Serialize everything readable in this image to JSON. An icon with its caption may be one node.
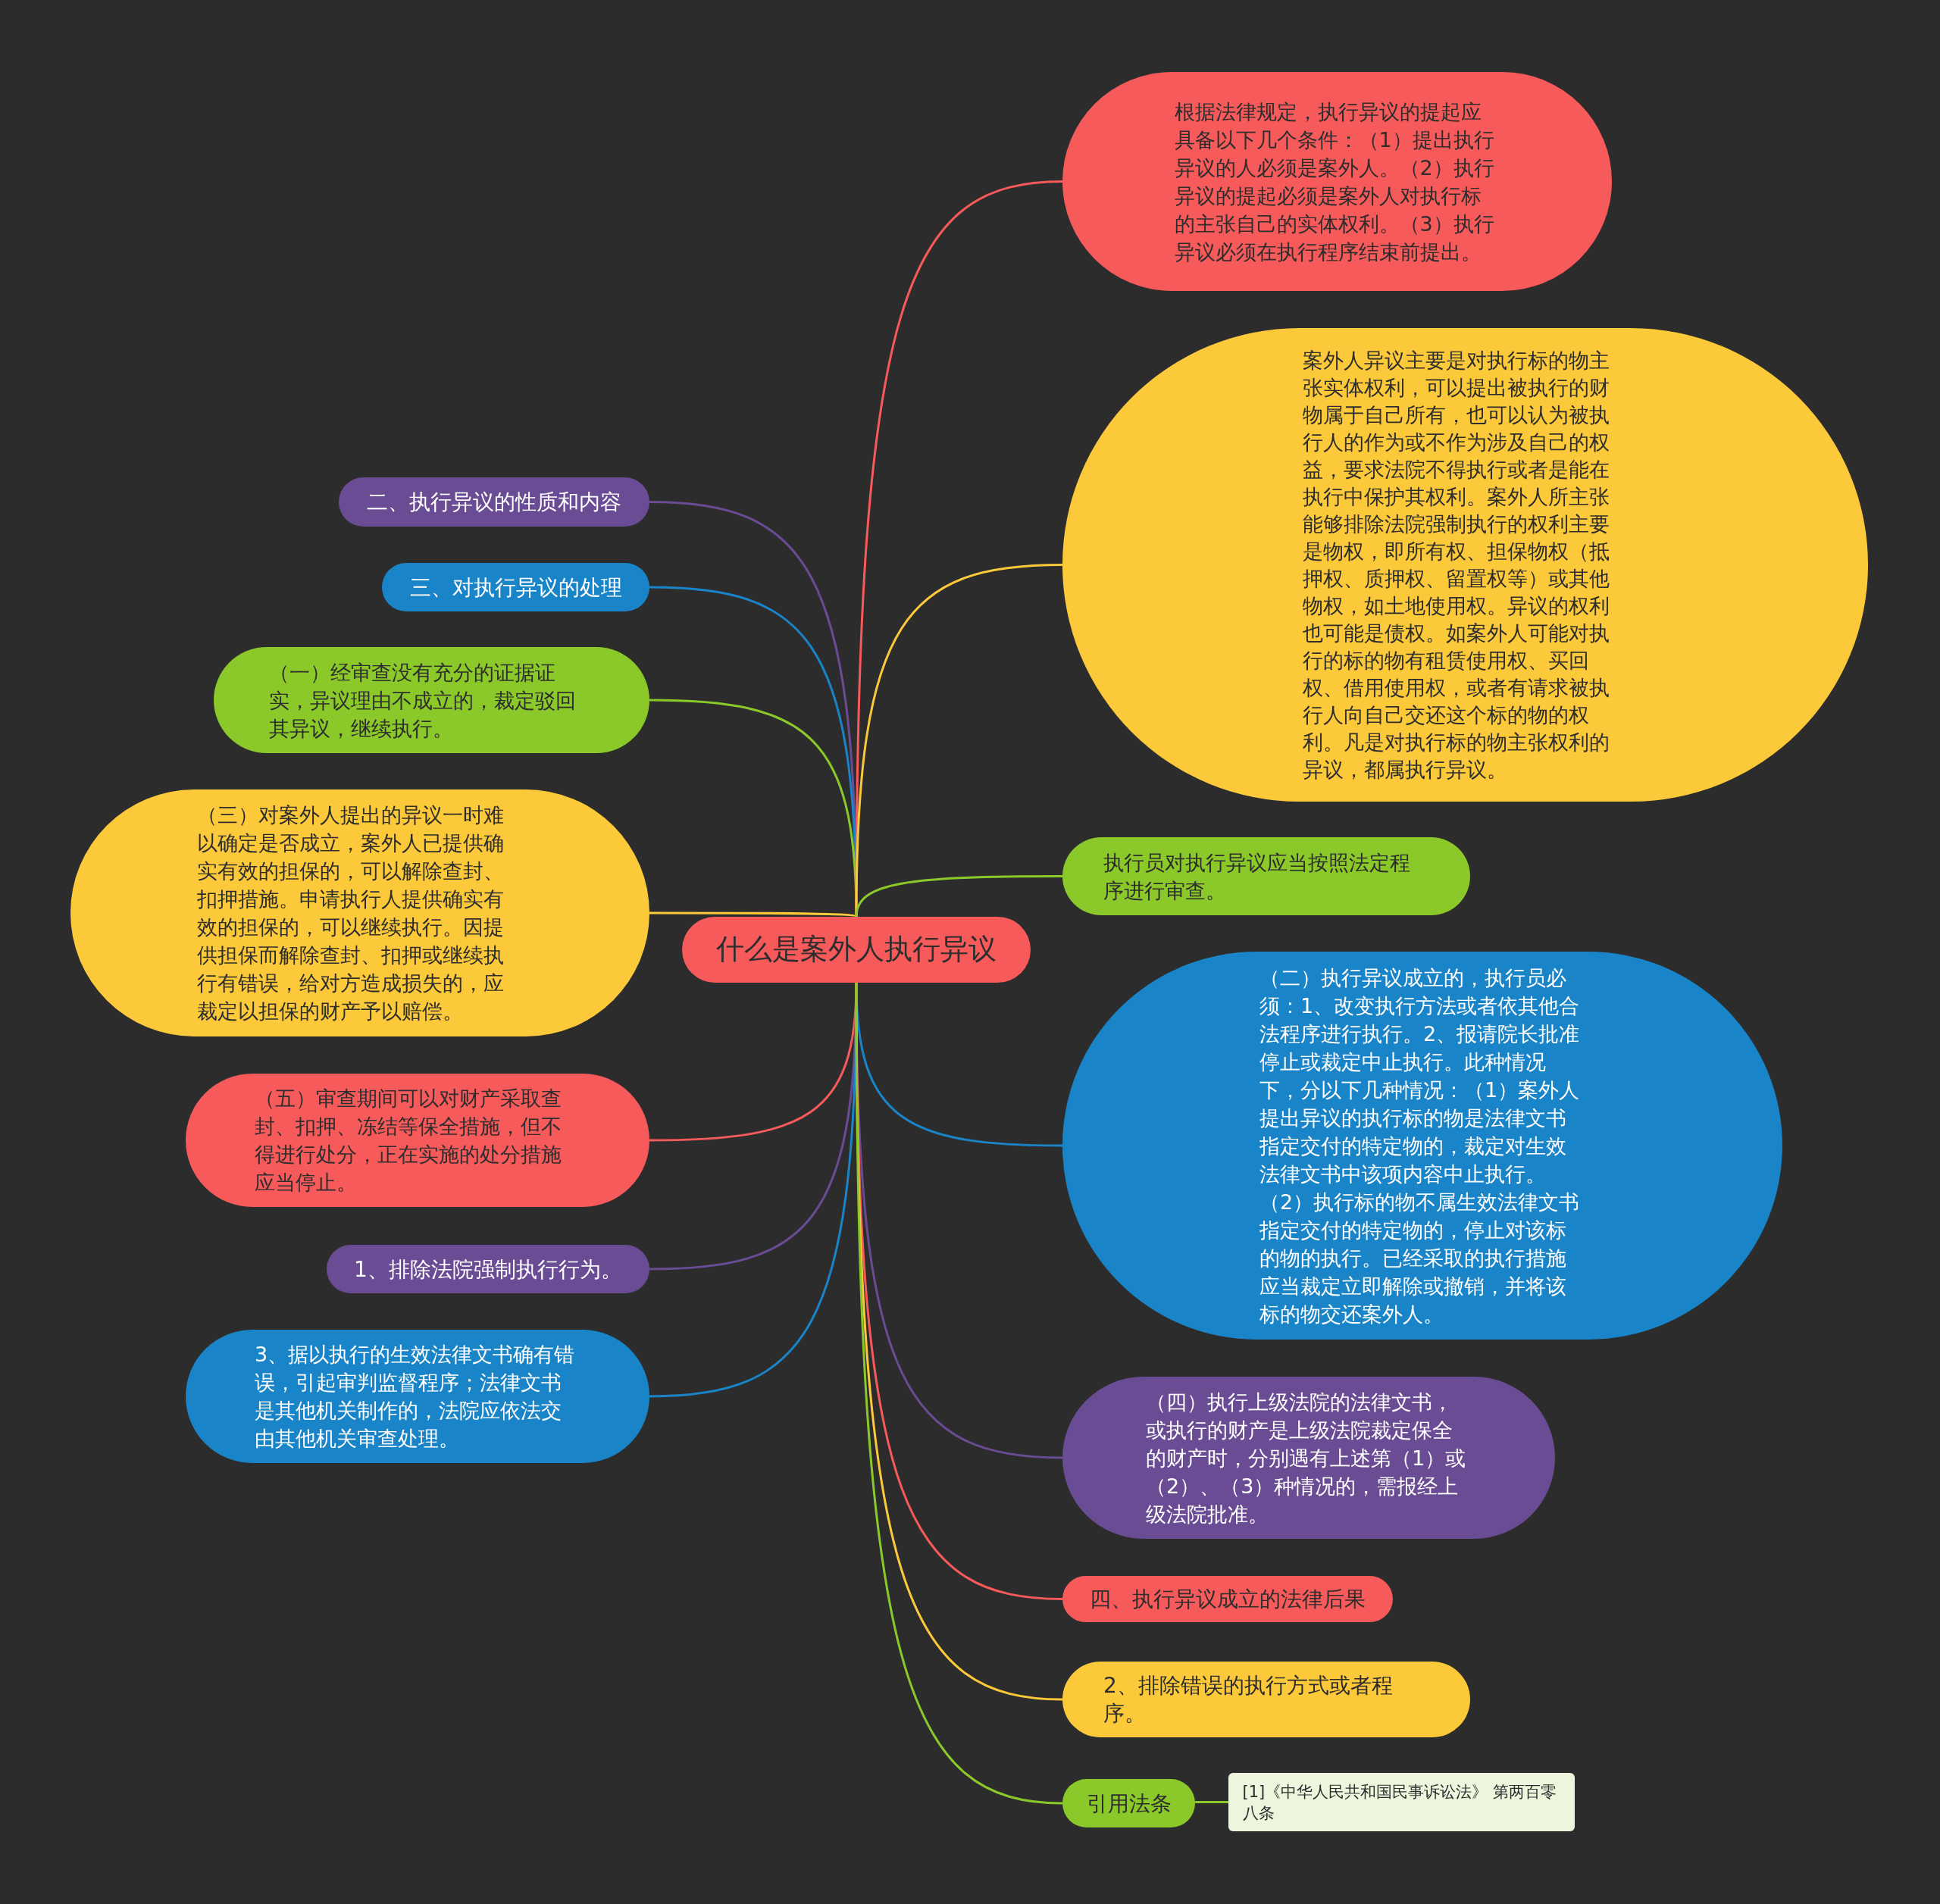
{
  "diagram": {
    "nodes": [
      {
        "text": [
          "什么是案外人执行异议"
        ]
      },
      {
        "text": [
          "二、执行异议的性质和内容"
        ]
      },
      {
        "text": [
          "三、对执行异议的处理"
        ]
      },
      {
        "text": [
          "（一）经审查没有充分的证据证实，异议理由不成立的，裁定驳回其异议，继续执行。"
        ]
      },
      {
        "text": [
          "（三）对案外人提出的异议一时难以确定是否成立，案外人已提供确实有效的担保的，可以解除查封、扣押措施。申请执行人提供确实有效的担保的，可以继续执行。因提供担保而解除查封、扣押或继续执行有错误，给对方造成损失的，应裁定以担保的财产予以赔偿。"
        ]
      },
      {
        "text": [
          "（五）审查期间可以对财产采取查封、扣押、冻结等保全措施，但不得进行处分，正在实施的处分措施应当停止。"
        ]
      },
      {
        "text": [
          "1、排除法院强制执行行为。"
        ]
      },
      {
        "text": [
          "3、据以执行的生效法律文书确有错误，引起审判监督程序；法律文书是其他机关制作的，法院应依法交由其他机关审查处理。"
        ]
      },
      {
        "text": [
          "根据法律规定，执行异议的提起应具备以下几个条件：（1）提出执行异议的人必须是案外人。（2）执行异议的提起必须是案外人对执行标的主张自己的实体权利。（3）执行异议必须在执行程序结束前提出。"
        ]
      },
      {
        "text": [
          "案外人异议主要是对执行标的物主张实体权利，可以提出被执行的财物属于自己所有，也可以认为被执行人的作为或不作为涉及自己的权益，要求法院不得执行或者是能在执行中保护其权利。案外人所主张能够排除法院强制执行的权利主要是物权，即所有权、担保物权（抵押权、质押权、留置权等）或其他物权，如土地使用权。异议的权利也可能是债权。如案外人可能对执行的标的物有租赁使用权、买回权、借用使用权，或者有请求被执行人向自己交还这个标的物的权利。凡是对执行标的物主张权利的异议，都属执行异议。"
        ]
      },
      {
        "text": [
          "执行员对执行异议应当按照法定程序进行审查。"
        ]
      },
      {
        "text": [
          "（二）执行异议成立的，执行员必须：1、改变执行方法或者依其他合法程序进行执行。2、报请院长批准停止或裁定中止执行。此种情况下，分以下几种情况：（1）案外人提出异议的执行标的物是法律文书指定交付的特定物的，裁定对生效法律文书中该项内容中止执行。（2）执行标的物不属生效法律文书指定交付的特定物的，停止对该标的物的执行。已经采取的执行措施应当裁定立即解除或撤销，并将该标的物交还案外人。"
        ]
      },
      {
        "text": [
          "（四）执行上级法院的法律文书，或执行的财产是上级法院裁定保全的财产时，分别遇有上述第（1）或（2）、（3）种情况的，需报经上级法院批准。"
        ]
      },
      {
        "text": [
          "四、执行异议成立的法律后果"
        ]
      },
      {
        "text": [
          "2、排除错误的执行方式或者程序。"
        ]
      },
      {
        "text": [
          "引用法条"
        ]
      },
      {
        "text": [
          "[1]《中华人民共和国民事诉讼法》 第两百零八条"
        ]
      }
    ],
    "edges": [
      {
        "from": 0,
        "to": 1,
        "arrow": "none",
        "color": "#6a4c94"
      },
      {
        "from": 0,
        "to": 2,
        "arrow": "none",
        "color": "#1a84c8"
      },
      {
        "from": 0,
        "to": 3,
        "arrow": "none",
        "color": "#8bc92a"
      },
      {
        "from": 0,
        "to": 4,
        "arrow": "none",
        "color": "#fcc93a"
      },
      {
        "from": 0,
        "to": 5,
        "arrow": "none",
        "color": "#f65a5a"
      },
      {
        "from": 0,
        "to": 6,
        "arrow": "none",
        "color": "#6a4c94"
      },
      {
        "from": 0,
        "to": 7,
        "arrow": "none",
        "color": "#1a84c8"
      },
      {
        "from": 0,
        "to": 8,
        "arrow": "none",
        "color": "#f65a5a"
      },
      {
        "from": 0,
        "to": 9,
        "arrow": "none",
        "color": "#fcc93a"
      },
      {
        "from": 0,
        "to": 10,
        "arrow": "none",
        "color": "#8bc92a"
      },
      {
        "from": 0,
        "to": 11,
        "arrow": "none",
        "color": "#1a84c8"
      },
      {
        "from": 0,
        "to": 12,
        "arrow": "none",
        "color": "#6a4c94"
      },
      {
        "from": 0,
        "to": 13,
        "arrow": "none",
        "color": "#f65a5a"
      },
      {
        "from": 0,
        "to": 14,
        "arrow": "none",
        "color": "#fcc93a"
      },
      {
        "from": 0,
        "to": 15,
        "arrow": "none",
        "color": "#8bc92a"
      },
      {
        "from": 15,
        "to": 16,
        "arrow": "none",
        "color": "#8bc92a"
      }
    ]
  }
}
